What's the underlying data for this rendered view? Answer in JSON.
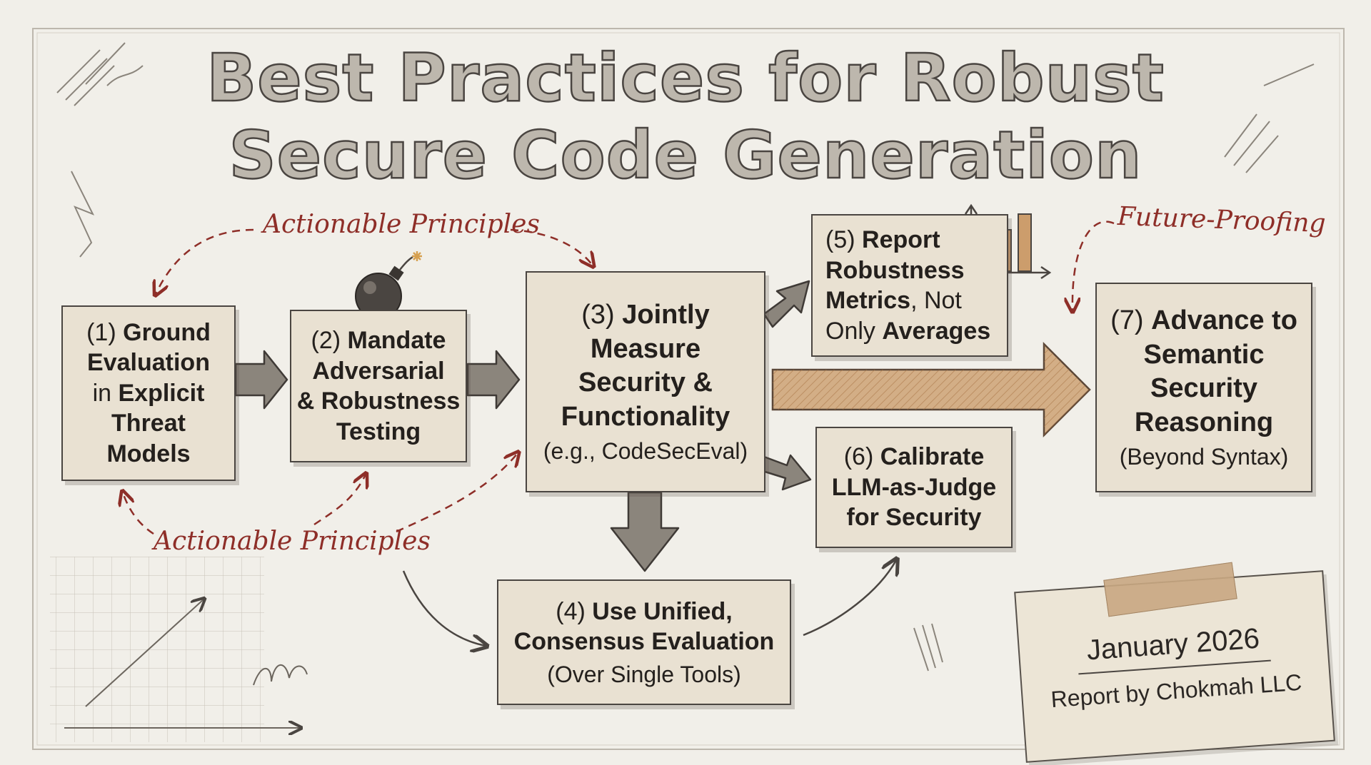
{
  "title": {
    "line1": "Best Practices for Robust",
    "line2": "Secure Code Generation"
  },
  "annotations": {
    "top": "Actionable Principles",
    "bottom": "Actionable Principles",
    "future": "Future-Proofing"
  },
  "steps": [
    {
      "num": "(1)",
      "bold_a": "Ground",
      "text_a": "",
      "line2": "Evaluation",
      "line3_pre": "in ",
      "line3_bold": "Explicit",
      "line4": "Threat",
      "line5": "Models"
    },
    {
      "num": "(2)",
      "bold_a": "Mandate",
      "line2": "Adversarial",
      "line3": "& Robustness",
      "line4": "Testing"
    },
    {
      "num": "(3)",
      "bold_a": "Jointly",
      "line2": "Measure",
      "line3": "Security &",
      "line4": "Functionality",
      "note": "(e.g., CodeSecEval)"
    },
    {
      "num": "(4)",
      "bold_a": "Use Unified,",
      "line2": "Consensus Evaluation",
      "note": "(Over Single Tools)"
    },
    {
      "num": "(5)",
      "bold_a": "Report",
      "line2": "Robustness",
      "line3_bold": "Metrics",
      "line3_rest": ", Not",
      "line4_pre": "Only ",
      "line4_bold": "Averages"
    },
    {
      "num": "(6)",
      "bold_a": "Calibrate",
      "line2": "LLM-as-Judge",
      "line3": "for Security"
    },
    {
      "num": "(7)",
      "bold_a": "Advance to",
      "line2": "Semantic",
      "line3": "Security",
      "line4": "Reasoning",
      "note": "(Beyond Syntax)"
    }
  ],
  "footer": {
    "date": "January 2026",
    "by": "Report by Chokmah LLC"
  },
  "colors": {
    "box_fill": "#e9e1d2",
    "ink": "#4a4541",
    "annotation": "#8e2e28",
    "big_arrow": "#c79a6e"
  },
  "icons": [
    "bomb-icon",
    "bar-chart-icon"
  ]
}
